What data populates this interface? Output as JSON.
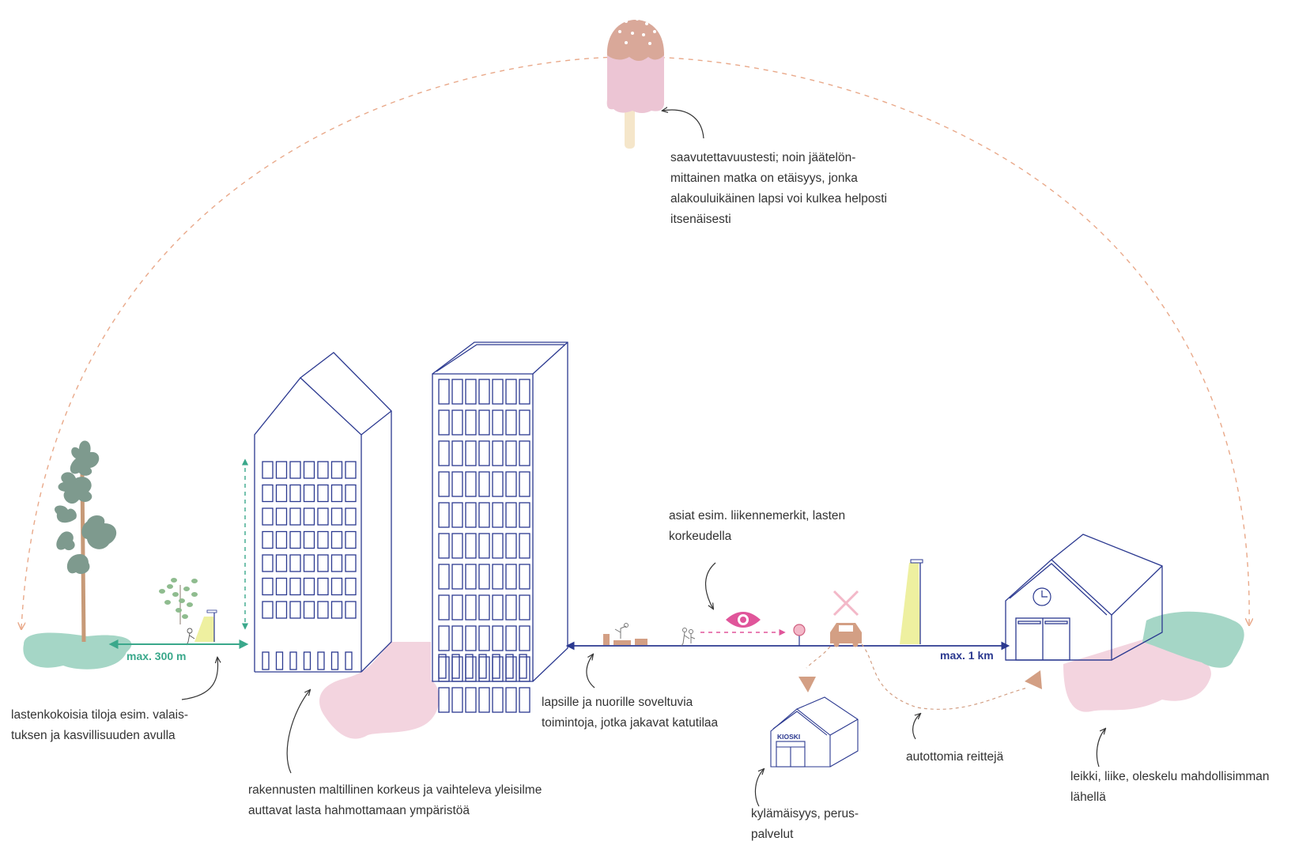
{
  "annotations": {
    "icecream_note": "saavutettavuustesti; noin jäätelön-\nmittainen matka on etäisyys, jonka\nalakouluikäinen lapsi voi kulkea helposti\nitsenäisesti",
    "signs_note": "asiat esim. liikennemerkit, lasten\nkorkeudella",
    "child_spaces_note": "lastenkokoisia tiloja esim. valais-\ntuksen ja kasvillisuuden avulla",
    "buildings_note": "rakennusten maltillinen korkeus ja vaihteleva yleisilme\nauttavat lasta hahmottamaan ympäristöä",
    "activities_note": "lapsille ja nuorille soveltuvia\ntoimintoja, jotka jakavat katutilaa",
    "village_note": "kylämäisyys, perus-\npalvelut",
    "carfree_note": "autottomia reittejä",
    "play_note": "leikki, liike, oleskelu mahdollisimman\nlähellä"
  },
  "dimensions": {
    "short_distance": "max. 300 m",
    "long_distance": "max. 1 km"
  },
  "kiosk_label": "KIOSKI",
  "icons": [
    "ice-cream-icon",
    "tree-icon",
    "sapling-icon",
    "street-lamp-icon",
    "eye-icon",
    "traffic-sign-icon",
    "car-icon",
    "cross-icon",
    "kiosk-icon",
    "school-icon",
    "clock-icon",
    "child-icon",
    "bench-icon"
  ],
  "colors": {
    "line_blue": "#2b3990",
    "teal": "#3aa88b",
    "pink_area": "#f3d4df",
    "green_area": "#a5d6c6",
    "tree_green": "#7e9a8e",
    "trunk_brown": "#c79a78",
    "arrow_orange": "#e9a98a",
    "eye_pink": "#e0559a",
    "lamp_yellow": "#eef0a0",
    "car_brown": "#d39f84"
  }
}
